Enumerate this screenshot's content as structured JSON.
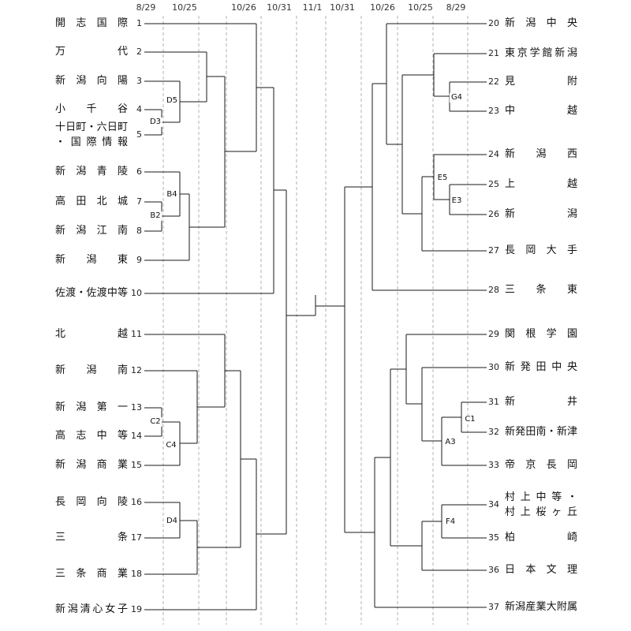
{
  "header": {
    "dates": [
      "8/29",
      "10/25",
      "10/26",
      "10/31",
      "11/1",
      "10/31",
      "10/26",
      "10/25",
      "8/29"
    ]
  },
  "teams": {
    "left": [
      {
        "no": "1",
        "name": "開志国際",
        "name2": ""
      },
      {
        "no": "2",
        "name": "万代",
        "name2": ""
      },
      {
        "no": "3",
        "name": "新潟向陽",
        "name2": ""
      },
      {
        "no": "4",
        "name": "小千谷",
        "name2": ""
      },
      {
        "no": "5",
        "name": "十日町・六日町",
        "name2": "・国際情報"
      },
      {
        "no": "6",
        "name": "新潟青陵",
        "name2": ""
      },
      {
        "no": "7",
        "name": "高田北城",
        "name2": ""
      },
      {
        "no": "8",
        "name": "新潟江南",
        "name2": ""
      },
      {
        "no": "9",
        "name": "新潟東",
        "name2": ""
      },
      {
        "no": "10",
        "name": "佐渡・佐渡中等",
        "name2": ""
      },
      {
        "no": "11",
        "name": "北越",
        "name2": ""
      },
      {
        "no": "12",
        "name": "新潟南",
        "name2": ""
      },
      {
        "no": "13",
        "name": "新潟第一",
        "name2": ""
      },
      {
        "no": "14",
        "name": "高志中等",
        "name2": ""
      },
      {
        "no": "15",
        "name": "新潟商業",
        "name2": ""
      },
      {
        "no": "16",
        "name": "長岡向陵",
        "name2": ""
      },
      {
        "no": "17",
        "name": "三条",
        "name2": ""
      },
      {
        "no": "18",
        "name": "三条商業",
        "name2": ""
      },
      {
        "no": "19",
        "name": "新潟清心女子",
        "name2": ""
      }
    ],
    "right": [
      {
        "no": "20",
        "name": "新潟中央",
        "name2": ""
      },
      {
        "no": "21",
        "name": "東京学館新潟",
        "name2": ""
      },
      {
        "no": "22",
        "name": "見附",
        "name2": ""
      },
      {
        "no": "23",
        "name": "中越",
        "name2": ""
      },
      {
        "no": "24",
        "name": "新潟西",
        "name2": ""
      },
      {
        "no": "25",
        "name": "上越",
        "name2": ""
      },
      {
        "no": "26",
        "name": "新潟",
        "name2": ""
      },
      {
        "no": "27",
        "name": "長岡大手",
        "name2": ""
      },
      {
        "no": "28",
        "name": "三条東",
        "name2": ""
      },
      {
        "no": "29",
        "name": "関根学園",
        "name2": ""
      },
      {
        "no": "30",
        "name": "新発田中央",
        "name2": ""
      },
      {
        "no": "31",
        "name": "新井",
        "name2": ""
      },
      {
        "no": "32",
        "name": "新発田南・新津",
        "name2": ""
      },
      {
        "no": "33",
        "name": "帝京長岡",
        "name2": ""
      },
      {
        "no": "34",
        "name": "村上中等・",
        "name2": "村上桜ヶ丘"
      },
      {
        "no": "35",
        "name": "柏崎",
        "name2": ""
      },
      {
        "no": "36",
        "name": "日本文理",
        "name2": ""
      },
      {
        "no": "37",
        "name": "新潟産業大附属",
        "name2": ""
      }
    ]
  },
  "match_labels": {
    "d5": "D5",
    "d3": "D3",
    "b4": "B4",
    "b2": "B2",
    "c2": "C2",
    "c4": "C4",
    "d4": "D4",
    "g4": "G4",
    "e5": "E5",
    "e3": "E3",
    "c1": "C1",
    "a3": "A3",
    "f4": "F4"
  },
  "colors": {
    "bracket_line": "#1a1a1a",
    "separator_line": "#b0b0b0"
  }
}
